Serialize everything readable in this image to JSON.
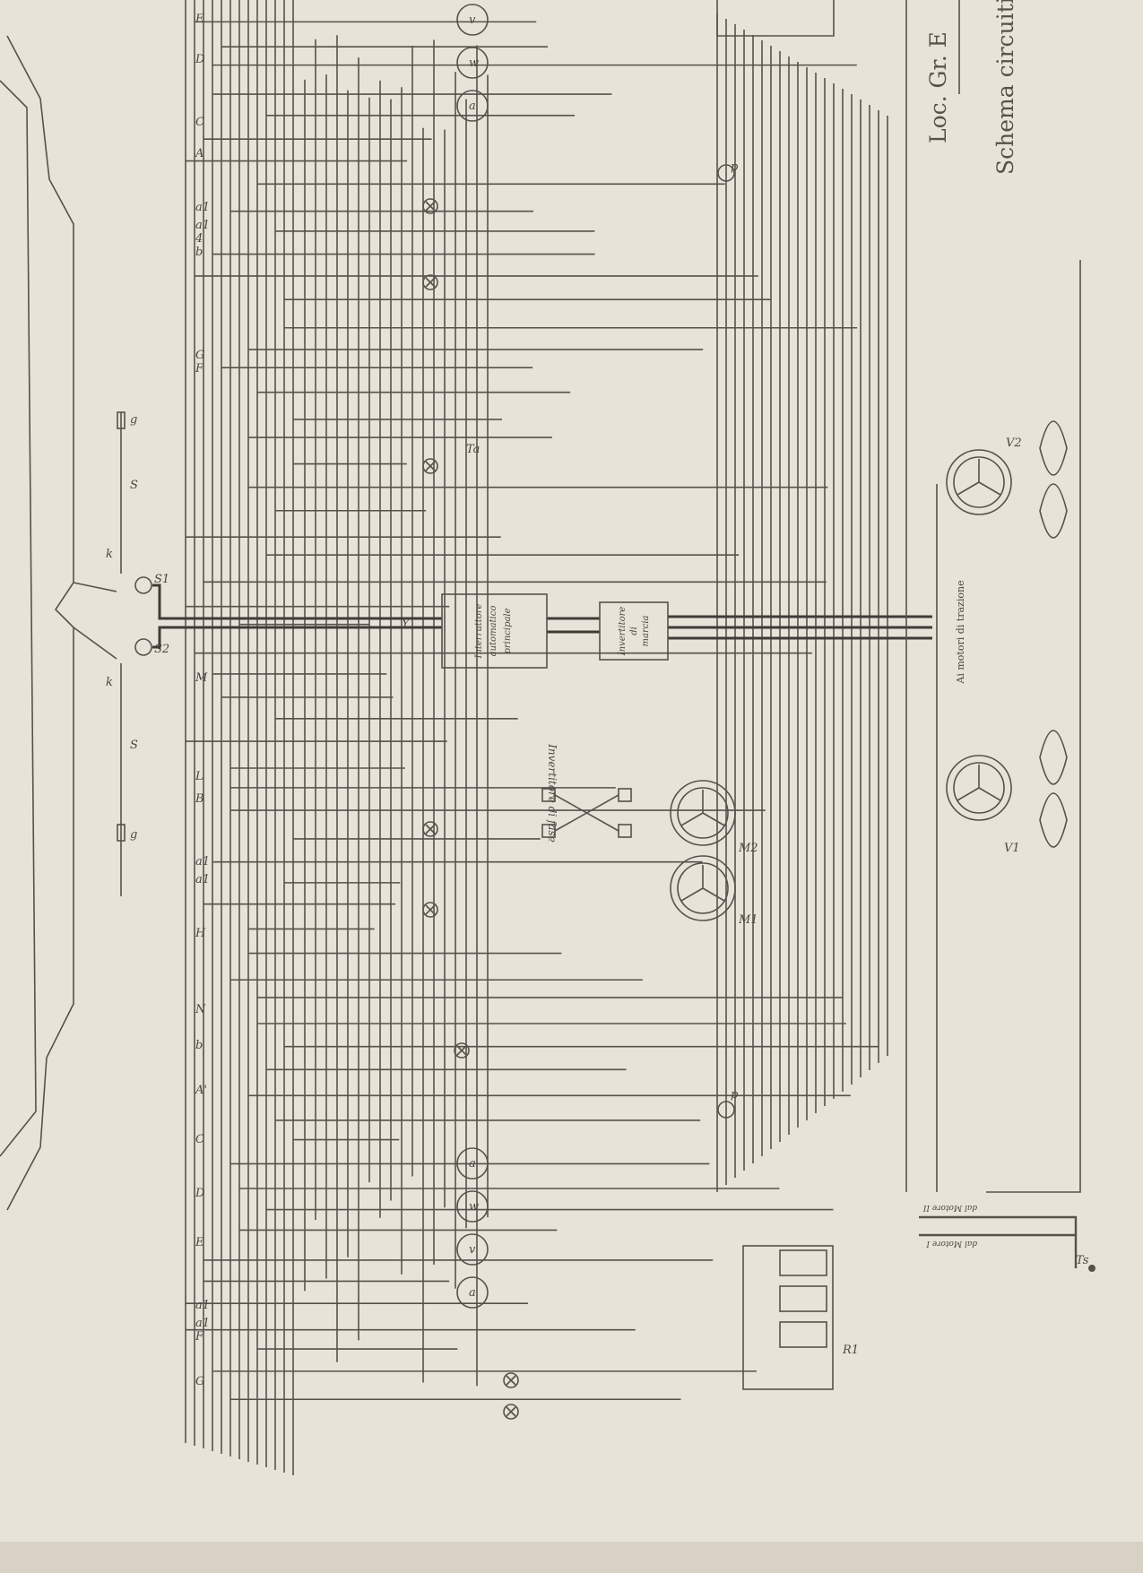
{
  "title": {
    "line1": "Loc. Gr. E",
    "line2": "Schema circuiti"
  },
  "boxes": {
    "main_breaker": [
      "Interruttore",
      "automatico",
      "principale"
    ],
    "direction_reverser": [
      "Invertitore",
      "di",
      "marcia"
    ],
    "phase_reverser": "Invertitore di fase"
  },
  "notes": {
    "traction_motors": "Ai motori di trazione",
    "from_motor_1": "dal Motore I",
    "from_motor_2": "dal Motore II"
  },
  "motors": {
    "v1": "V1",
    "v2": "V2",
    "m1": "M1",
    "m2": "M2",
    "r1": "R1"
  },
  "instruments_top": [
    "v",
    "w",
    "a"
  ],
  "instruments_bottom": [
    "a",
    "w",
    "v",
    "a"
  ],
  "bus_labels_top": [
    "E",
    "D",
    "C",
    "A",
    "a1",
    "a1",
    "4",
    "b",
    "G",
    "F"
  ],
  "bus_labels_mid": [
    "M",
    "L",
    "B",
    "a1",
    "a1",
    "H",
    "N"
  ],
  "bus_labels_bottom": [
    "b",
    "A'",
    "C",
    "D",
    "E",
    "a1",
    "a1",
    "F",
    "G"
  ],
  "pantograph_labels": [
    "S1",
    "S2",
    "k",
    "k",
    "g",
    "g",
    "S",
    "S"
  ],
  "misc_labels": {
    "y": "Y",
    "ta": "Ta",
    "ts": "Ts",
    "p": "p"
  }
}
